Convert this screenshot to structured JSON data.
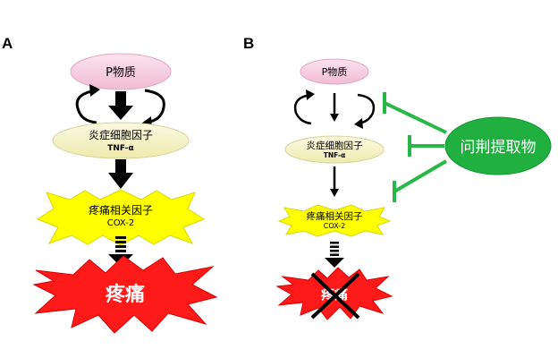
{
  "panel_a": {
    "letter": "A",
    "substance_p": "P物质",
    "cytokine_line1": "炎症细胞因子",
    "cytokine_line2": "TNF-α",
    "pain_factor_line1": "疼痛相关因子",
    "pain_factor_line2": "COX-2",
    "pain": "疼痛"
  },
  "panel_b": {
    "letter": "B",
    "substance_p": "P物质",
    "cytokine_line1": "炎症细胞因子",
    "cytokine_line2": "TNF-α",
    "pain_factor_line1": "疼痛相关因子",
    "pain_factor_line2": "COX-2",
    "pain": "疼痛",
    "inhibitor": "问荆提取物"
  },
  "colors": {
    "substance_p_fill": "#f7cfe0",
    "cytokine_fill": "#f6f3c8",
    "pain_factor_fill": "#ffff00",
    "pain_fill": "#ff1a1a",
    "inhibitor_fill": "#1fb040",
    "inhibitor_line": "#27b848"
  }
}
